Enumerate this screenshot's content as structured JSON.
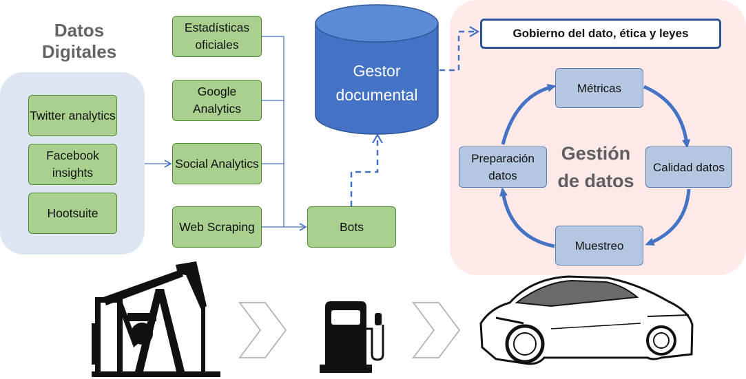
{
  "left_group": {
    "title": "Datos\nDigitales",
    "items": [
      "Twitter analytics",
      "Facebook insights",
      "Hootsuite"
    ]
  },
  "sources": [
    "Estadísticas oficiales",
    "Google Analytics",
    "Social Analytics",
    "Web Scraping"
  ],
  "bots": "Bots",
  "repository": "Gestor\ndocumental",
  "governance": "Gobierno del dato, ética y leyes",
  "cycle": {
    "title": "Gestión\nde datos",
    "steps": [
      "Métricas",
      "Calidad datos",
      "Muestreo",
      "Preparación datos"
    ]
  },
  "pipeline_icons": [
    "oil-pumpjack-icon",
    "chevron-right-icon",
    "fuel-pump-icon",
    "chevron-right-icon",
    "sports-car-icon"
  ],
  "colors": {
    "green_box": "#a9d08e",
    "blue_box": "#b4c6e0",
    "accent_blue": "#4472c4",
    "left_panel": "#dde5f3",
    "right_panel": "#fce9e8"
  }
}
